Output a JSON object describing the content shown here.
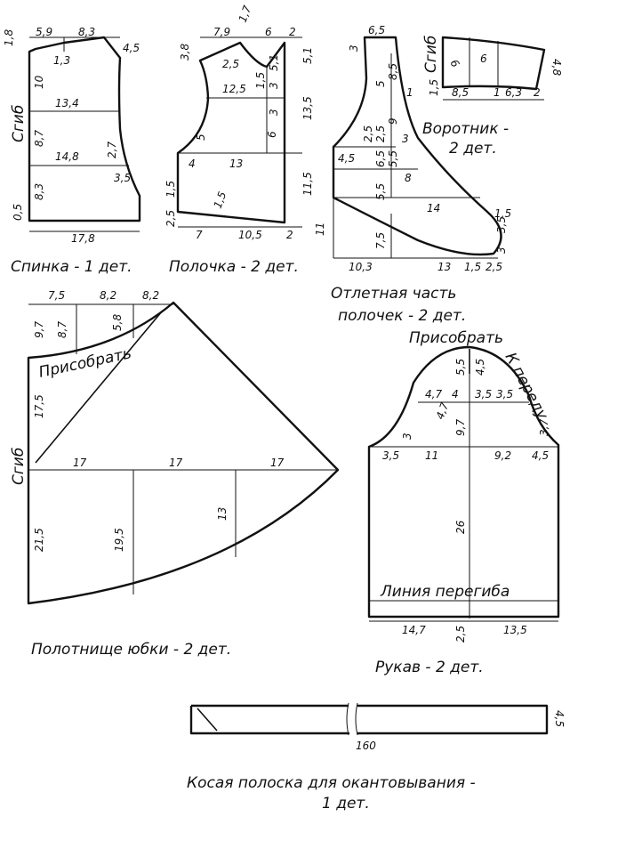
{
  "back": {
    "caption": "Спинка - 1 дет.",
    "fold": "Сгиб",
    "dims": [
      "1,8",
      "5,9",
      "8,3",
      "4,5",
      "1,3",
      "10",
      "13,4",
      "8,7",
      "14,8",
      "2,7",
      "3,5",
      "8,3",
      "0,5",
      "17,8"
    ]
  },
  "front": {
    "caption": "Полочка - 2 дет.",
    "dims": [
      "3,8",
      "7,9",
      "1,7",
      "6",
      "2",
      "2,5",
      "5,1",
      "5,1",
      "12,5",
      "1,5",
      "3",
      "13,5",
      "5",
      "3",
      "6",
      "4",
      "13",
      "1,5",
      "2,5",
      "1,5",
      "11,5",
      "7",
      "10,5",
      "2"
    ]
  },
  "facing": {
    "caption_line1": "Отлетная часть",
    "caption_line2": "полочек - 2 дет.",
    "dims": [
      "6,5",
      "3",
      "5",
      "8,5",
      "1",
      "9",
      "2,5",
      "2,5",
      "3",
      "4,5",
      "6,5",
      "5,5",
      "8",
      "5,5",
      "14",
      "1,5",
      "11",
      "7,5",
      "3",
      "3,5",
      "10,3",
      "13",
      "1,5",
      "2,5"
    ]
  },
  "collar": {
    "caption_line1": "Воротник -",
    "caption_line2": "2 дет.",
    "fold": "Сгиб",
    "dims": [
      "6",
      "6",
      "1,5",
      "4,8",
      "8,5",
      "1",
      "6,3",
      "2"
    ]
  },
  "skirt": {
    "caption": "Полотнище юбки - 2 дет.",
    "fold": "Сгиб",
    "gather": "Присобрать",
    "dims": [
      "7,5",
      "8,2",
      "8,2",
      "9,7",
      "8,7",
      "5,8",
      "17,5",
      "17",
      "17",
      "17",
      "21,5",
      "19,5",
      "13"
    ]
  },
  "sleeve": {
    "caption": "Рукав - 2 дет.",
    "gather": "Присобрать",
    "forward": "К переду",
    "fold_line": "Линия перегиба",
    "dims": [
      "5,5",
      "4,5",
      "4,7",
      "4",
      "3,5",
      "3,5",
      "4,7",
      "9,7",
      "3",
      "3,7",
      "3,5",
      "11",
      "9,2",
      "4,5",
      "26",
      "14,7",
      "2,5",
      "13,5"
    ]
  },
  "strip": {
    "caption_line1": "Косая полоска для окантовывания -",
    "caption_line2": "1 дет.",
    "dims": [
      "160",
      "4,5"
    ]
  }
}
